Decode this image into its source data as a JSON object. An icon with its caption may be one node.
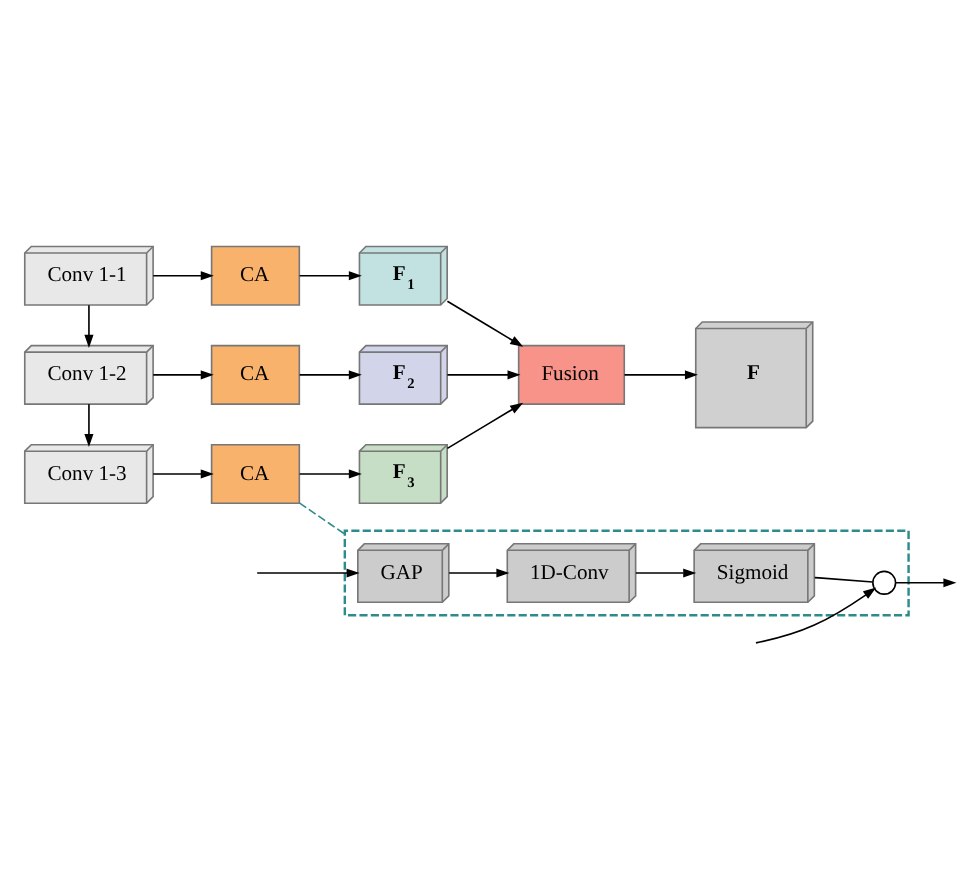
{
  "diagram": {
    "nodes": [
      {
        "text": [
          "Conv 1-1"
        ]
      },
      {
        "text": [
          "CA"
        ]
      },
      {
        "text": [
          "F$_{1}$"
        ]
      },
      {
        "text": [
          "Conv 1-2"
        ]
      },
      {
        "text": [
          "CA"
        ]
      },
      {
        "text": [
          "F$_{2}$"
        ]
      },
      {
        "text": [
          "Conv 1-3"
        ]
      },
      {
        "text": [
          "CA"
        ]
      },
      {
        "text": [
          "F$_{3}$"
        ]
      },
      {
        "text": [
          "Fusion"
        ]
      },
      {
        "text": [
          "F"
        ]
      },
      {
        "text": [],
        "shape": "box"
      },
      {
        "text": [
          "GAP"
        ],
        "in": 11
      },
      {
        "text": [
          "1D-Conv"
        ],
        "in": 11
      },
      {
        "text": [
          "Sigmoid"
        ],
        "in": 11
      },
      {
        "text": [],
        "shape": "circle",
        "in": 11
      }
    ],
    "edges": [
      {
        "from": 0,
        "to": 1,
        "arrow": "to"
      },
      {
        "from": 1,
        "to": 2,
        "arrow": "to"
      },
      {
        "from": 0,
        "to": 3,
        "arrow": "to"
      },
      {
        "from": 3,
        "to": 4,
        "arrow": "to"
      },
      {
        "from": 4,
        "to": 5,
        "arrow": "to"
      },
      {
        "from": 3,
        "to": 6,
        "arrow": "to"
      },
      {
        "from": 6,
        "to": 7,
        "arrow": "to"
      },
      {
        "from": 7,
        "to": 8,
        "arrow": "to"
      },
      {
        "from": 2,
        "to": 9,
        "arrow": "to"
      },
      {
        "from": 5,
        "to": 9,
        "arrow": "to"
      },
      {
        "from": 8,
        "to": 9,
        "arrow": "to"
      },
      {
        "from": 9,
        "to": 10,
        "arrow": "to"
      },
      {
        "from": 7,
        "to": 11,
        "arrow": "none",
        "style": "dashed",
        "color": "#2e8b8b"
      },
      {
        "from": null,
        "to": 12,
        "arrow": "to"
      },
      {
        "from": 12,
        "to": 13,
        "arrow": "to"
      },
      {
        "from": 13,
        "to": 14,
        "arrow": "to"
      },
      {
        "from": 14,
        "to": 15,
        "arrow": "none"
      },
      {
        "from": null,
        "to": 15,
        "arrow": "to"
      },
      {
        "from": 15,
        "to": null,
        "arrow": "to"
      }
    ]
  }
}
